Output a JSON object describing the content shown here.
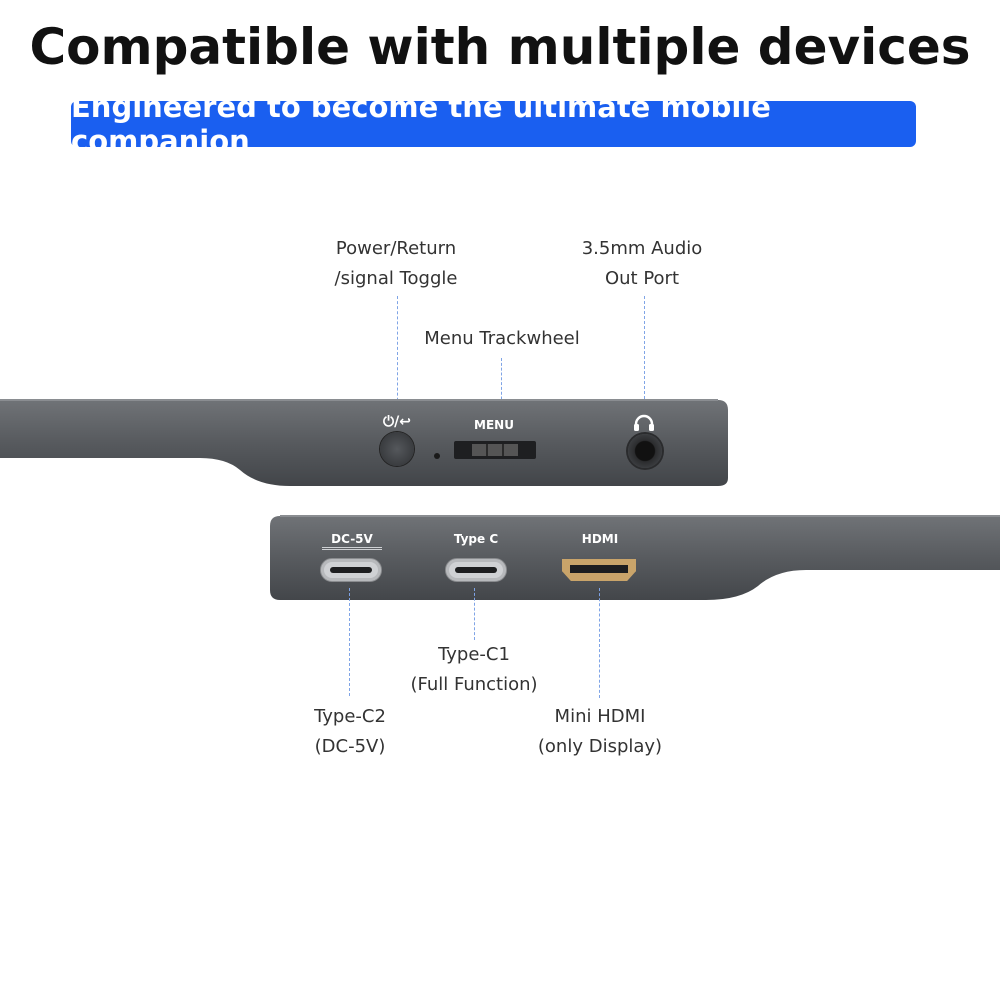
{
  "header": {
    "title": "Compatible with multiple devices",
    "subtitle": "Engineered to become the ultimate mobile companion"
  },
  "top_edge": {
    "power_icon_label": "⏻/↩",
    "menu_label": "MENU",
    "audio_icon": "headphone-icon"
  },
  "bottom_edge": {
    "dc_label": "DC-5V",
    "typec_label": "Type C",
    "hdmi_label": "HDMI"
  },
  "callouts": {
    "power": {
      "line1": "Power/Return",
      "line2": "/signal Toggle"
    },
    "audio": {
      "line1": "3.5mm Audio",
      "line2": "Out Port"
    },
    "menu": {
      "line1": "Menu Trackwheel"
    },
    "typec2": {
      "line1": "Type-C2",
      "line2": "(DC-5V)"
    },
    "typec1": {
      "line1": "Type-C1",
      "line2": "(Full Function)"
    },
    "hdmi": {
      "line1": "Mini HDMI",
      "line2": "(only Display)"
    }
  },
  "colors": {
    "accent": "#1a5ff0",
    "device": "#55585c",
    "guide": "#7fa4e6"
  }
}
